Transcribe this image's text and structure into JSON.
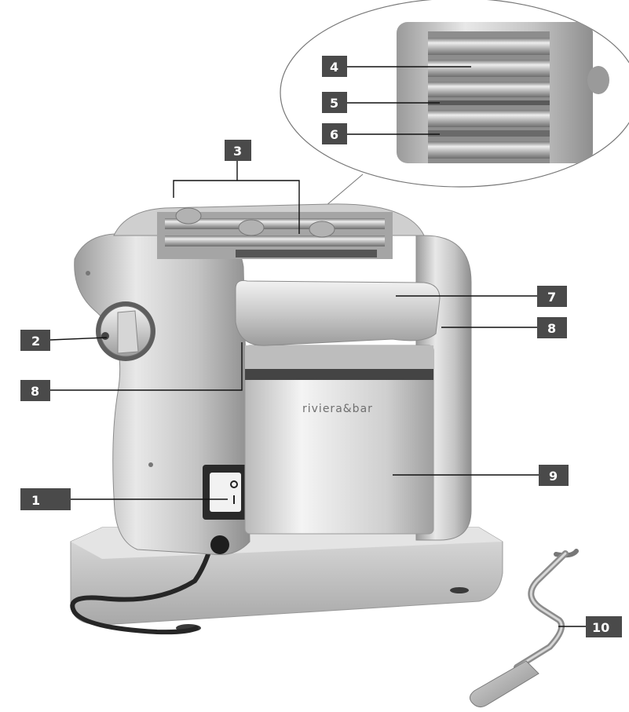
{
  "brand": "riviera&bar",
  "callouts": [
    {
      "id": "1",
      "label": "1"
    },
    {
      "id": "2",
      "label": "2"
    },
    {
      "id": "3",
      "label": "3"
    },
    {
      "id": "4",
      "label": "4"
    },
    {
      "id": "5",
      "label": "5"
    },
    {
      "id": "6",
      "label": "6"
    },
    {
      "id": "7",
      "label": "7"
    },
    {
      "id": "8a",
      "label": "8"
    },
    {
      "id": "8b",
      "label": "8"
    },
    {
      "id": "9",
      "label": "9"
    },
    {
      "id": "10",
      "label": "10"
    }
  ],
  "colors": {
    "label_box": "#4a4a4a",
    "leader_line": "#111111",
    "metal_light": "#e6e6e6",
    "metal_mid": "#bdbdbd",
    "metal_dark": "#8c8c8c"
  }
}
